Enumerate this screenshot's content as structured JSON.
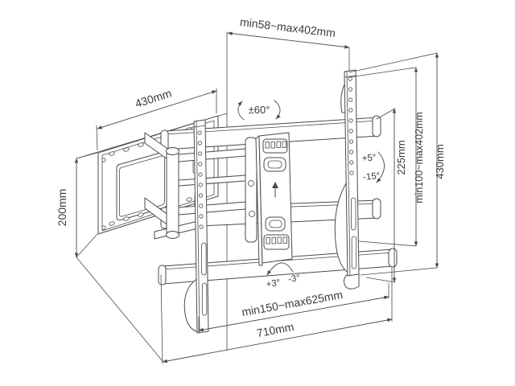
{
  "meta": {
    "background_color": "#ffffff",
    "line_color": "#4a4a4a",
    "text_color": "#3a3a3a"
  },
  "dimensions": {
    "extension_depth": "min58~max402mm",
    "wall_plate_width": "430mm",
    "wall_plate_height": "200mm",
    "swivel_range": "±60°",
    "tilt_up": "+5°",
    "tilt_down": "-15°",
    "rail_vertical_span": "225mm",
    "vesa_height_range": "min100~max402mm",
    "bracket_total_height": "430mm",
    "roll_plus": "+3°",
    "roll_minus": "-3°",
    "horizontal_adjust_range": "min150~max625mm",
    "bracket_total_width": "710mm"
  }
}
